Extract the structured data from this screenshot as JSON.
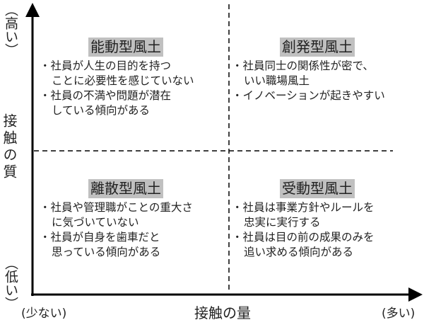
{
  "axes": {
    "y_label": "接触の質",
    "y_high": "（高い）",
    "y_low": "（低い）",
    "x_label": "接触の量",
    "x_low": "(少ない)",
    "x_high": "(多い)"
  },
  "quadrants": [
    {
      "id": "top-left",
      "title": "能動型風土",
      "bullets": [
        "・社員が人生の目的を持つことに必要性を感じていない",
        "・社員の不満や問題が潜在している傾向がある"
      ],
      "lines": [
        [
          "・社員が人生の目的を持つ",
          "ことに必要性を感じていない"
        ],
        [
          "・社員の不満や問題が潜在",
          "している傾向がある"
        ]
      ]
    },
    {
      "id": "top-right",
      "title": "創発型風土",
      "lines": [
        [
          "・社員同士の関係性が密で、",
          "いい職場風土"
        ],
        [
          "・イノベーションが起きやすい"
        ]
      ]
    },
    {
      "id": "bottom-left",
      "title": "離散型風土",
      "lines": [
        [
          "・社員や管理職がことの重大さ",
          "に気づいていない"
        ],
        [
          "・社員が自身を歯車だと",
          "思っている傾向がある"
        ]
      ]
    },
    {
      "id": "bottom-right",
      "title": "受動型風土",
      "lines": [
        [
          "・社員は事業方針やルールを",
          "忠実に実行する"
        ],
        [
          "・社員は目の前の成果のみを",
          "追い求める傾向がある"
        ]
      ]
    }
  ],
  "colors": {
    "title_bg": "#c0c0c0",
    "axis": "#000000"
  }
}
